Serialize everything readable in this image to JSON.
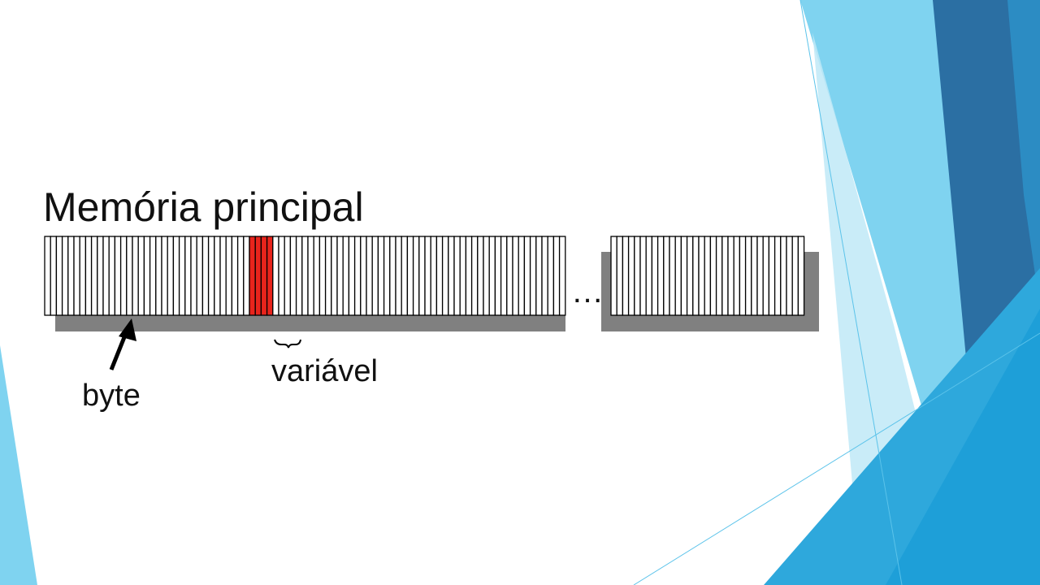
{
  "slide": {
    "title": "Memória principal",
    "ellipsis": "…",
    "label_byte": "byte",
    "label_variable": "variável"
  },
  "colors": {
    "cell_fill": "#ffffff",
    "cell_stroke": "#000000",
    "variable_fill": "#e8241c",
    "shadow": "#808080",
    "accent_light": "#7fd3f0",
    "accent_mid": "#2ea8dc",
    "accent_dark": "#2b6fa3"
  },
  "memory": {
    "segment_1_cells": 89,
    "segment_2_cells": 33,
    "variable_first_cell": 35,
    "variable_cell_count": 4
  }
}
